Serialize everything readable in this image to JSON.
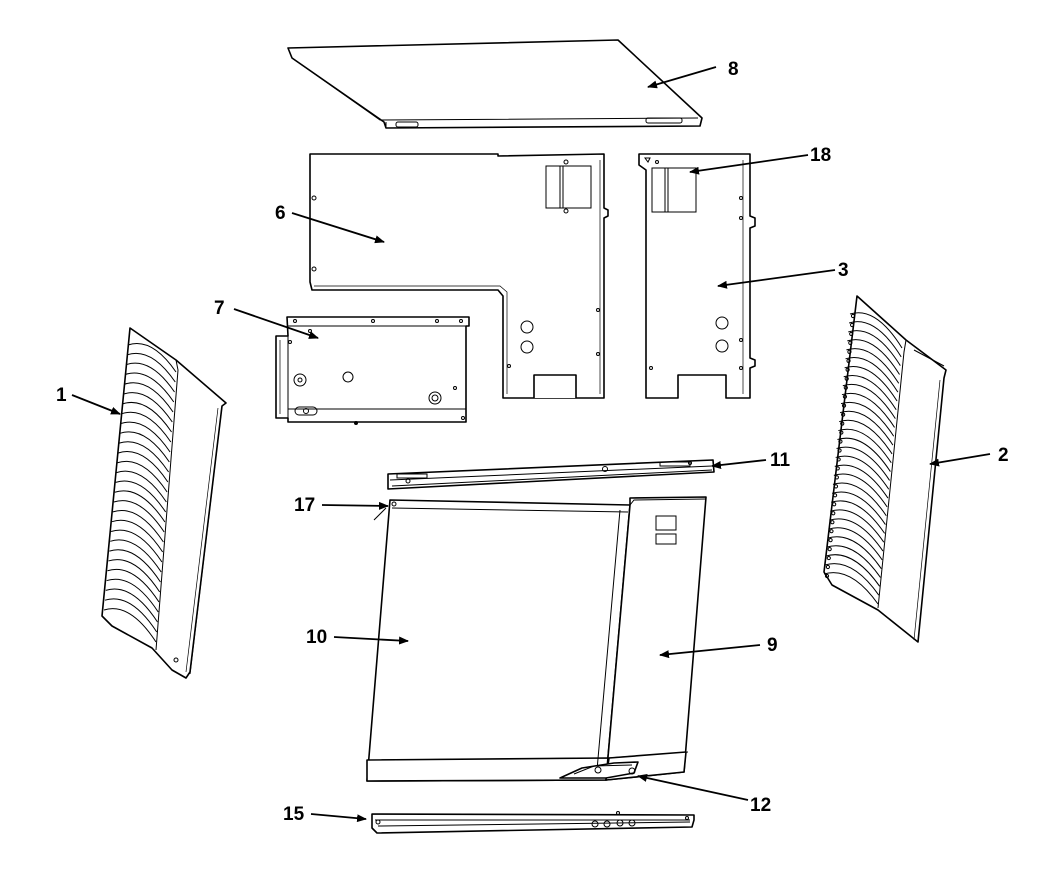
{
  "callouts": [
    {
      "id": "c1",
      "text": "1"
    },
    {
      "id": "c2",
      "text": "2"
    },
    {
      "id": "c3",
      "text": "3"
    },
    {
      "id": "c6",
      "text": "6"
    },
    {
      "id": "c7",
      "text": "7"
    },
    {
      "id": "c8",
      "text": "8"
    },
    {
      "id": "c9",
      "text": "9"
    },
    {
      "id": "c10",
      "text": "10"
    },
    {
      "id": "c11",
      "text": "11"
    },
    {
      "id": "c12",
      "text": "12"
    },
    {
      "id": "c15",
      "text": "15"
    },
    {
      "id": "c17",
      "text": "17"
    },
    {
      "id": "c18",
      "text": "18"
    }
  ],
  "colors": {
    "line": "#000000",
    "background": "#ffffff"
  }
}
